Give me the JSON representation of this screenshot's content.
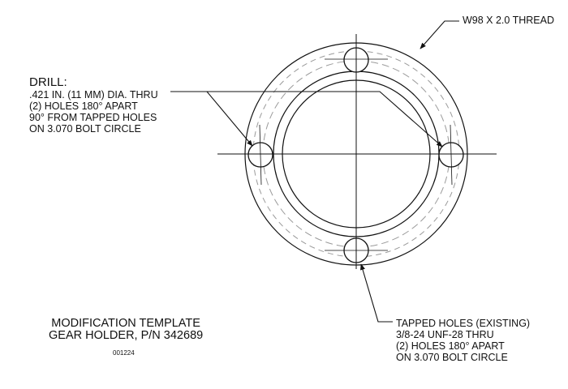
{
  "colors": {
    "ink": "#111111",
    "dashed": "#9a9a9a",
    "background": "#ffffff"
  },
  "callouts": {
    "drill": {
      "title": "DRILL:",
      "lines": [
        ".421 IN. (11 MM) DIA. THRU",
        "(2) HOLES 180° APART",
        "90° FROM TAPPED HOLES",
        "ON 3.070 BOLT CIRCLE"
      ]
    },
    "thread": {
      "text": "W98 X 2.0 THREAD"
    },
    "tapped": {
      "lines": [
        "TAPPED HOLES (EXISTING)",
        "3/8-24 UNF-28 THRU",
        "(2) HOLES 180° APART",
        "ON 3.070 BOLT CIRCLE"
      ]
    }
  },
  "title_block": {
    "line1": "MODIFICATION TEMPLATE",
    "line2": "GEAR HOLDER, P/N 342689",
    "doc_number": "001224"
  }
}
